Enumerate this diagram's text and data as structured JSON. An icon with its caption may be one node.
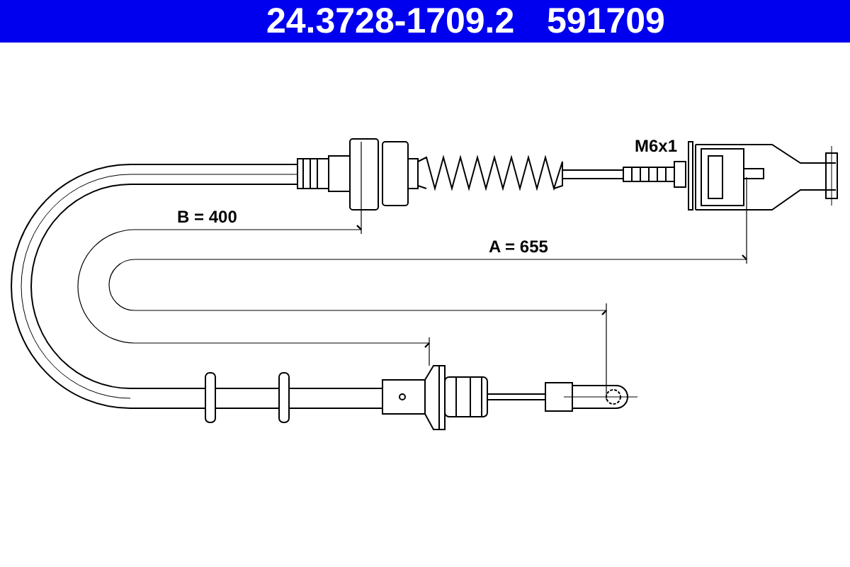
{
  "diagram": {
    "labels": [
      "24.3728-1709.2",
      "591709",
      "M6x1",
      "B = 400",
      "A = 655"
    ]
  }
}
